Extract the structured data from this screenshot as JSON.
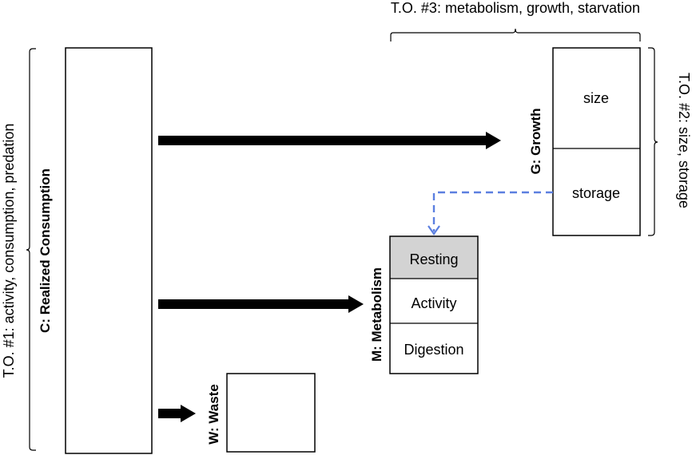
{
  "top_bracket_label": "T.O. #3: metabolism, growth, starvation",
  "left_bracket_label": "T.O. #1: activity, consumption, predation",
  "right_bracket_label": "T.O. #2: size, storage",
  "consumption_box_label": "C: Realized Consumption",
  "growth_box_label": "G: Growth",
  "growth_sections": [
    "size",
    "storage"
  ],
  "metabolism_box_label": "M: Metabolism",
  "metabolism_sections": [
    "Resting",
    "Activity",
    "Digestion"
  ],
  "waste_box_label": "W: Waste",
  "colors": {
    "resting_fill": "#d3d3d3",
    "dashed_arrow": "#5b7fe0",
    "ink": "#000000"
  }
}
